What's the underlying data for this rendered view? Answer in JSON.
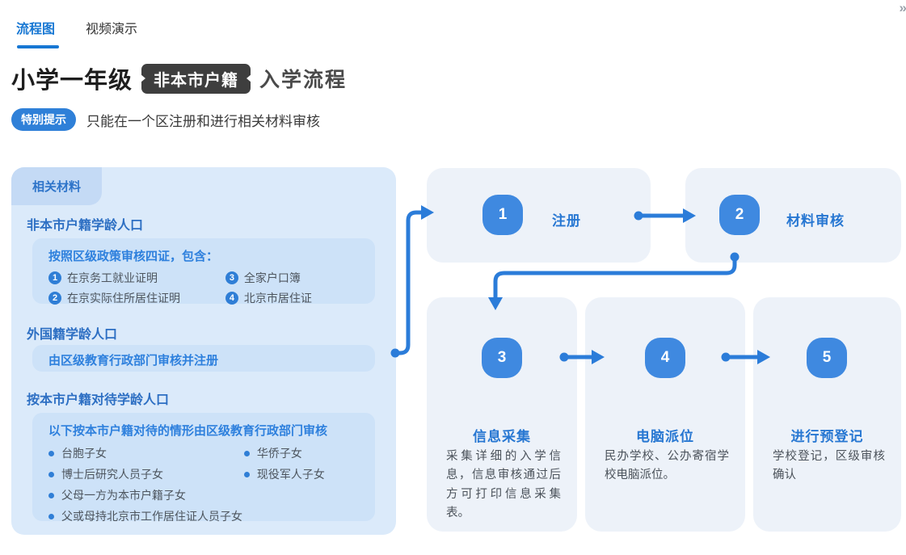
{
  "header": {
    "tabs": [
      {
        "label": "流程图",
        "active": true
      },
      {
        "label": "视频演示",
        "active": false
      }
    ],
    "collapse_icon_glyph": "»",
    "title": {
      "grade": "小学一年级",
      "badge": "非本市户籍",
      "suffix": "入学流程"
    },
    "tip": {
      "badge": "特别提示",
      "text": "只能在一个区注册和进行相关材料审核"
    }
  },
  "materials_panel": {
    "tab_label": "相关材料",
    "section1": {
      "heading": "非本市户籍学龄人口",
      "box_header": "按照区级政策审核四证，包含：",
      "items": [
        {
          "num": "1",
          "text": "在京务工就业证明"
        },
        {
          "num": "2",
          "text": "在京实际住所居住证明"
        },
        {
          "num": "3",
          "text": "全家户口簿"
        },
        {
          "num": "4",
          "text": "北京市居住证"
        }
      ]
    },
    "section2": {
      "heading": "外国籍学龄人口",
      "box_header": "由区级教育行政部门审核并注册"
    },
    "section3": {
      "heading": "按本市户籍对待学龄人口",
      "box_header": "以下按本市户籍对待的情形由区级教育行政部门审核",
      "bullets_col1": [
        "台胞子女",
        "博士后研究人员子女",
        "父母一方为本市户籍子女",
        "父或母持北京市工作居住证人员子女"
      ],
      "bullets_col2": [
        "华侨子女",
        "现役军人子女"
      ]
    }
  },
  "flow": {
    "steps": [
      {
        "num": "1",
        "title": "注册",
        "desc": ""
      },
      {
        "num": "2",
        "title": "材料审核",
        "desc": ""
      },
      {
        "num": "3",
        "title": "信息采集",
        "desc": "采集详细的入学信息，信息审核通过后方可打印信息采集表。"
      },
      {
        "num": "4",
        "title": "电脑派位",
        "desc": "民办学校、公办寄宿学校电脑派位。"
      },
      {
        "num": "5",
        "title": "进行预登记",
        "desc": "学校登记，区级审核确认"
      }
    ]
  },
  "colors": {
    "accent_blue": "#2b7cd9",
    "tab_active_blue": "#1777d3",
    "circle_blue": "#3f89e0",
    "heading_blue": "#2d6fc3",
    "inner_header_blue": "#2e80dd",
    "badge_dark": "#3e3e3e",
    "panel_bg": "#dbeafa",
    "panel_tab_bg": "#c4daf5",
    "inner_box_bg": "#cde2f8",
    "flow_box_bg": "#edf2f9"
  }
}
